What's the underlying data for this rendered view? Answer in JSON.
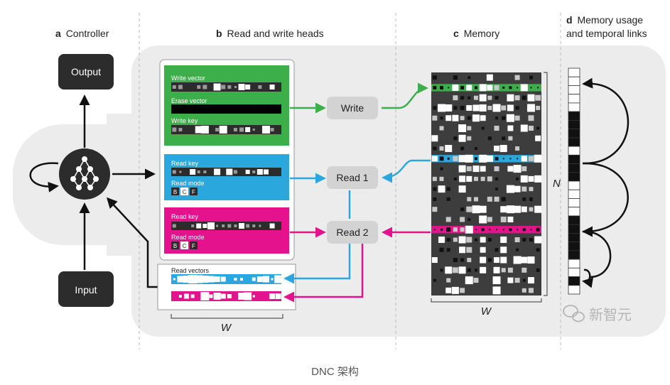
{
  "sections": {
    "a": {
      "letter": "a",
      "title": "Controller"
    },
    "b": {
      "letter": "b",
      "title": "Read and write heads"
    },
    "c": {
      "letter": "c",
      "title": "Memory"
    },
    "d": {
      "letter": "d",
      "title_line1": "Memory usage",
      "title_line2": "and temporal links"
    }
  },
  "controller": {
    "output_label": "Output",
    "input_label": "Input"
  },
  "write_head": {
    "write_vector_label": "Write vector",
    "erase_vector_label": "Erase vector",
    "write_key_label": "Write key",
    "button_label": "Write",
    "color": "#3cae4a"
  },
  "read_head_1": {
    "read_key_label": "Read key",
    "read_mode_label": "Read mode",
    "modes": [
      "B",
      "C",
      "F"
    ],
    "button_label": "Read 1",
    "color": "#2aa7dc"
  },
  "read_head_2": {
    "read_key_label": "Read key",
    "read_mode_label": "Read mode",
    "modes": [
      "B",
      "C",
      "F"
    ],
    "button_label": "Read 2",
    "color": "#e4138d"
  },
  "read_vectors": {
    "label": "Read vectors",
    "width_label": "W"
  },
  "memory": {
    "width_label": "W",
    "height_label": "N"
  },
  "watermark": {
    "text": "新智元"
  },
  "caption": "DNC 架构"
}
